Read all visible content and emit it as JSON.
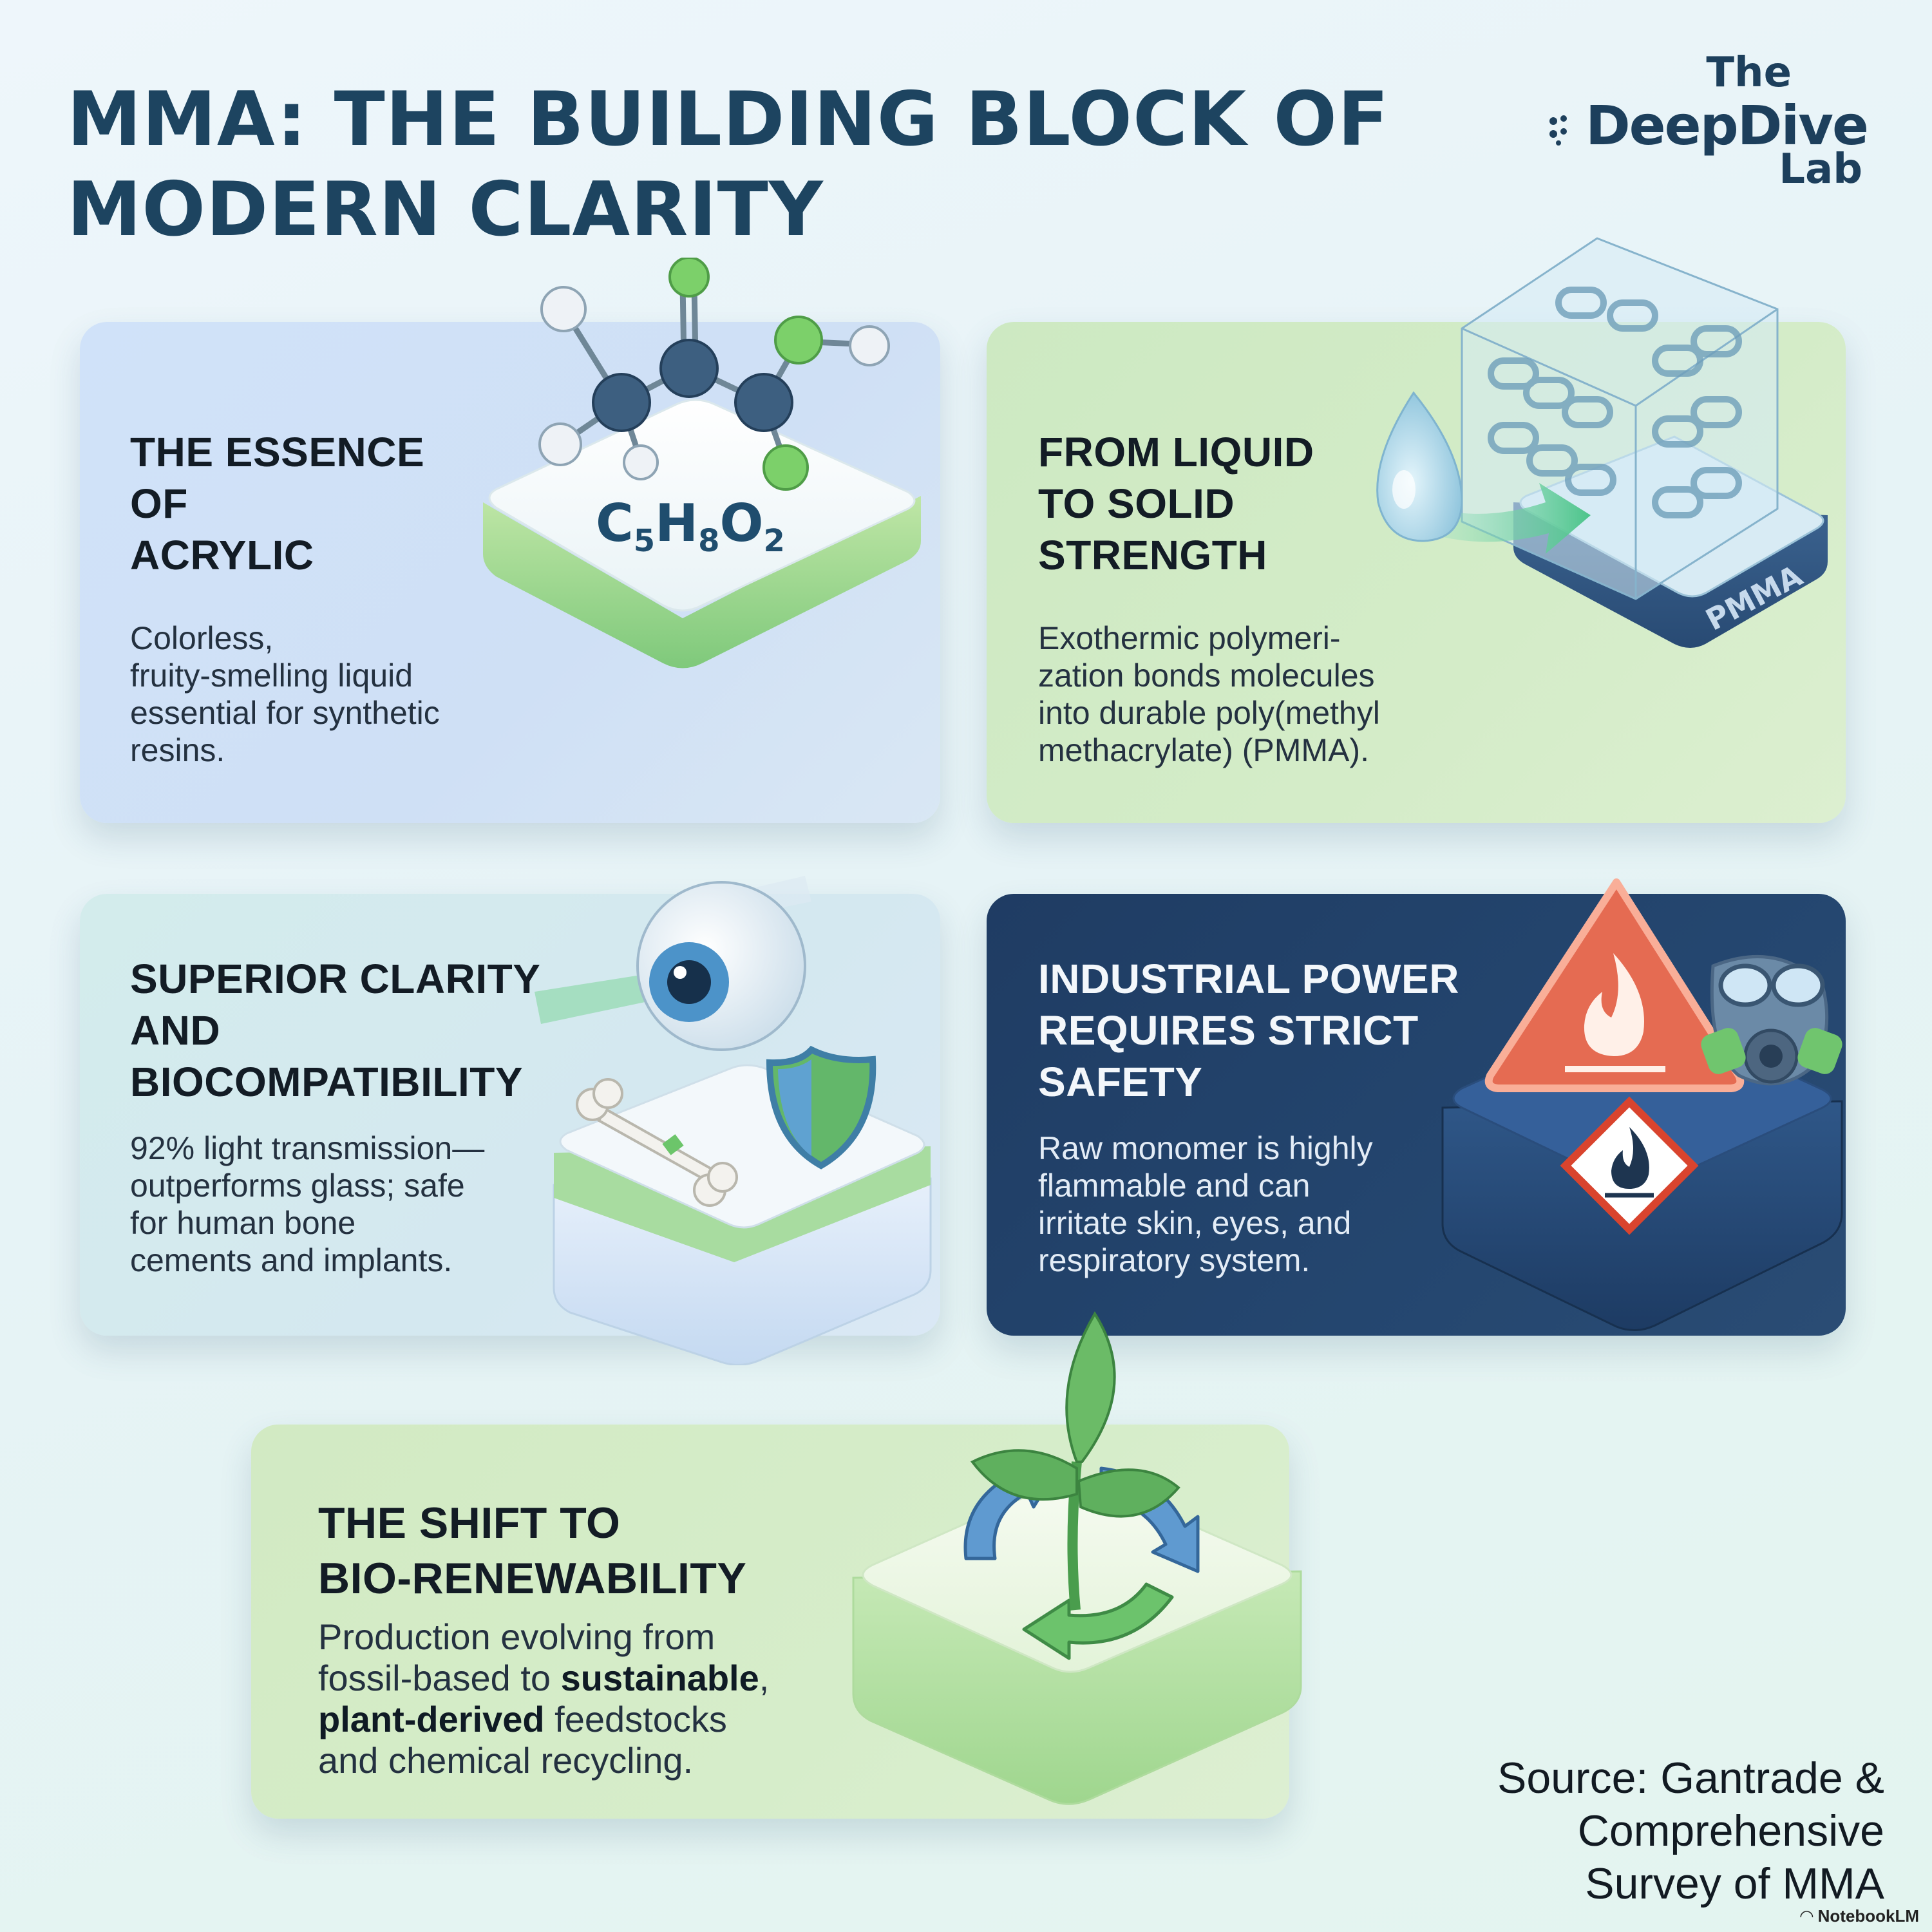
{
  "title": {
    "line1": "MMA: THE BUILDING BLOCK OF",
    "line2": "MODERN CLARITY"
  },
  "brand": {
    "line1": "The",
    "line2": "DeepDive",
    "line3": "Lab"
  },
  "cards": [
    {
      "heading": [
        "THE ESSENCE",
        "OF",
        "ACRYLIC"
      ],
      "body": [
        "Colorless,",
        "fruity-smelling liquid",
        "essential for synthetic",
        "resins."
      ],
      "illustration": "molecule-icon",
      "formula": {
        "c": "C",
        "n1": "5",
        "h": "H",
        "n2": "8",
        "o": "O",
        "n3": "2"
      }
    },
    {
      "heading": [
        "FROM LIQUID",
        "TO SOLID",
        "STRENGTH"
      ],
      "body": [
        "Exothermic polymeri-",
        "zation bonds molecules",
        "into durable poly(methyl",
        "methacrylate) (PMMA)."
      ],
      "illustration": "polymer-cube-icon",
      "badge": "PMMA"
    },
    {
      "heading": [
        "SUPERIOR CLARITY",
        "AND",
        "BIOCOMPATIBILITY"
      ],
      "body": [
        "92% light transmission—",
        "outperforms glass; safe",
        "for human bone",
        "cements and implants."
      ],
      "illustration": "eye-bone-shield-icon"
    },
    {
      "heading": [
        "INDUSTRIAL POWER",
        "REQUIRES STRICT",
        "SAFETY"
      ],
      "body": [
        "Raw monomer is highly",
        "flammable and can",
        "irritate skin, eyes, and",
        "respiratory system."
      ],
      "illustration": "flammable-warning-icon"
    },
    {
      "heading": [
        "THE SHIFT TO",
        "BIO-RENEWABILITY"
      ],
      "body": {
        "l1": "Production evolving from",
        "l2a": "fossil-based to ",
        "l2b": "sustainable",
        "l2c": ",",
        "l3a": "plant-derived",
        "l3b": " feedstocks",
        "l4": "and chemical recycling."
      },
      "illustration": "sprout-recycle-icon"
    }
  ],
  "source": [
    "Source: Gantrade &",
    "Comprehensive",
    "Survey of MMA"
  ],
  "credit": "NotebookLM",
  "colors": {
    "title": "#1d4460",
    "blue_card": "#cfe0f5",
    "green_card": "#d4ecc8",
    "teal_card": "#d4e8f0",
    "navy_card": "#24466f",
    "accent_green": "#5cbf5a"
  }
}
